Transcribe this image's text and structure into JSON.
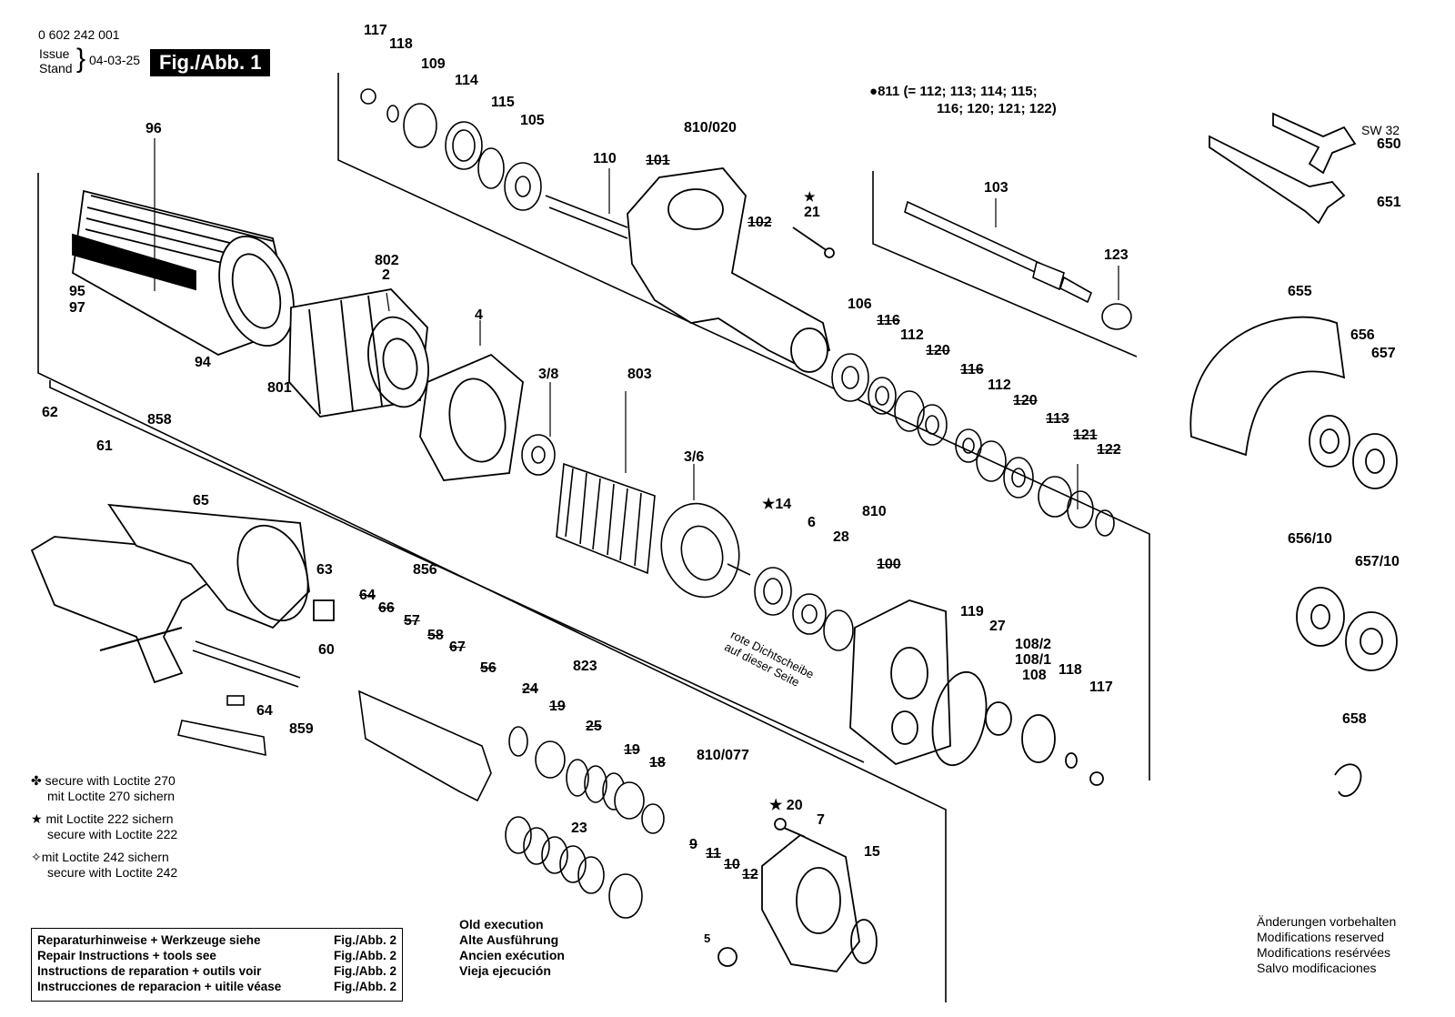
{
  "header": {
    "part_number": "0 602 242 001",
    "issue_label": "Issue",
    "stand_label": "Stand",
    "date": "04-03-25",
    "figure_label": "Fig./Abb. 1"
  },
  "kit_note": {
    "id": "811",
    "line1": "(= 112; 113; 114; 115;",
    "line2": "116; 120; 121; 122)"
  },
  "labels": {
    "l117a": "117",
    "l118a": "118",
    "l109": "109",
    "l114": "114",
    "l115": "115",
    "l105": "105",
    "l110": "110",
    "l810_020": "810/020",
    "l101": "101",
    "l102": "102",
    "l21": "21",
    "l96": "96",
    "l802": "802",
    "l2": "2",
    "l95": "95",
    "l97": "97",
    "l94": "94",
    "l801": "801",
    "l4": "4",
    "l3_8": "3/8",
    "l803": "803",
    "l3_6": "3/6",
    "l103": "103",
    "l123": "123",
    "l106": "106",
    "l116a": "116",
    "l112a": "112",
    "l120a": "120",
    "l116b": "116",
    "l112b": "112",
    "l120b": "120",
    "l113": "113",
    "l121": "121",
    "l122": "122",
    "l62": "62",
    "l858": "858",
    "l61": "61",
    "l65": "65",
    "l63": "63",
    "l856": "856",
    "l64a": "64",
    "l66": "66",
    "l57": "57",
    "l58": "58",
    "l67": "67",
    "l56": "56",
    "l60": "60",
    "l64b": "64",
    "l859": "859",
    "l14": "14",
    "l6": "6",
    "l28": "28",
    "l810": "810",
    "l100": "100",
    "l119": "119",
    "l27": "27",
    "l108_2": "108/2",
    "l108_1": "108/1",
    "l108": "108",
    "l118b": "118",
    "l117b": "117",
    "l823": "823",
    "l24": "24",
    "l19a": "19",
    "l25": "25",
    "l19b": "19",
    "l18": "18",
    "l23": "23",
    "l810_077": "810/077",
    "l9": "9",
    "l11": "11",
    "l10": "10",
    "l12": "12",
    "l5": "5",
    "l20": "20",
    "l7": "7",
    "l15": "15",
    "sw32": "SW 32",
    "l650": "650",
    "l651": "651",
    "l655": "655",
    "l656": "656",
    "l657": "657",
    "l656_10": "656/10",
    "l657_10": "657/10",
    "l658": "658"
  },
  "seal_note": {
    "line1": "rote Dichtscheibe",
    "line2": "auf dieser Seite"
  },
  "legend": {
    "loctite270_en": "secure with Loctite 270",
    "loctite270_de": "mit Loctite 270 sichern",
    "loctite222_de": "mit Loctite 222 sichern",
    "loctite222_en": "secure with Loctite 222",
    "loctite242_de": "mit Loctite 242 sichern",
    "loctite242_en": "secure with Loctite 242"
  },
  "repair_box": [
    {
      "text": "Reparaturhinweise + Werkzeuge siehe",
      "ref": "Fig./Abb. 2"
    },
    {
      "text": "Repair Instructions + tools see",
      "ref": "Fig./Abb. 2"
    },
    {
      "text": "Instructions de reparation + outils voir",
      "ref": "Fig./Abb. 2"
    },
    {
      "text": "Instrucciones de reparacion + uitile véase",
      "ref": "Fig./Abb. 2"
    }
  ],
  "old_execution": {
    "en": "Old execution",
    "de": "Alte Ausführung",
    "fr": "Ancien exécution",
    "es": "Vieja ejecución"
  },
  "modifications": {
    "de": "Änderungen vorbehalten",
    "en": "Modifications reserved",
    "fr": "Modifications resérvées",
    "es": "Salvo modificaciones"
  }
}
